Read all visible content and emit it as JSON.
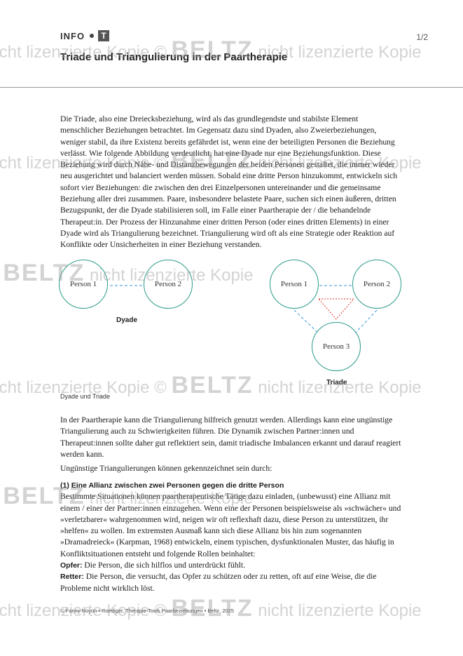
{
  "header": {
    "section": "INFO",
    "badge": "T",
    "page": "1/2",
    "title": "Triade und Triangulierung in der Paartherapie"
  },
  "body": {
    "intro": "Die Triade, also eine Dreiecksbeziehung, wird als das grundlegendste und stabilste Element menschlicher Beziehungen betrachtet. Im Gegensatz dazu sind Dyaden, also Zweierbeziehungen, weniger stabil, da ihre Existenz bereits gefährdet ist, wenn eine der beteiligten Personen die Beziehung verlässt. Wie folgende Abbildung verdeutlicht, hat eine Dyade nur eine Beziehungsfunktion. Diese Beziehung wird durch Nähe- und Distanzbewegungen der beiden Personen gestaltet, die immer wieder neu ausgerichtet und balanciert werden müssen. Sobald eine dritte Person hinzukommt, entwickeln sich sofort vier Beziehungen: die zwischen den drei Einzelpersonen untereinander und die gemeinsame Beziehung aller drei zusammen. Paare, insbesondere belastete Paare, suchen sich einen äußeren, dritten Bezugspunkt, der die Dyade stabilisieren soll, im Falle einer Paartherapie der / die behandelnde Therapeut:in. Der Prozess der Hinzunahme einer dritten Person (oder eines dritten Elements) in einer Dyade wird als Triangulierung bezeichnet. Triangulierung wird oft als eine Strategie oder Reaktion auf Konflikte oder Unsicherheiten in einer Beziehung verstanden.",
    "p2": "In der Paartherapie kann die Triangulierung hilfreich genutzt werden. Allerdings kann eine ungünstige Triangulierung auch zu Schwierigkeiten führen. Die Dynamik zwischen Partner:innen und Therapeut:innen sollte daher gut reflektiert sein, damit triadische Imbalancen erkannt und darauf reagiert werden kann.",
    "p3": "Ungünstige Triangulierungen können gekennzeichnet sein durch:",
    "sub_heading": "(1) Eine Allianz zwischen zwei Personen gegen die dritte Person",
    "p4": "Bestimmte Situationen können paartherapeutische Tätige dazu einladen, (unbewusst) eine Allianz mit einem / einer der Partner:innen einzugehen. Wenn eine der Personen beispielsweise als »schwächer« und »verletzbarer« wahrgenommen wird, neigen wir oft reflexhaft dazu, diese Person zu unterstützen, ihr »helfen« zu wollen. Im extremsten Ausmaß kann sich diese Allianz bis hin zum sogenannten »Dramadreieck« (Karpman, 1968) entwickeln, einem typischen, dysfunktionalen Muster, das häufig in Konfliktsituationen entsteht und folgende Rollen beinhaltet:",
    "opfer_term": "Opfer:",
    "opfer_text": " Die Person, die sich hilflos und unterdrückt fühlt.",
    "retter_term": "Retter:",
    "retter_text": " Die Person, die versucht, das Opfer zu schützen oder zu retten, oft auf eine Weise, die die Probleme nicht wirklich löst."
  },
  "figure": {
    "dyade": {
      "person1": "Person 1",
      "person2": "Person 2",
      "label": "Dyade"
    },
    "triade": {
      "person1": "Person 1",
      "person2": "Person 2",
      "person3": "Person 3",
      "label": "Triade"
    },
    "caption": "Dyade und Triade",
    "colors": {
      "circle": "#2a9a8a",
      "dashed": "#3a9ad8",
      "triangle": "#d9302c"
    }
  },
  "footer": "© Fanny Noyon • Roediger, Therapie-Tools Paarbeziehungen • Beltz, 2025",
  "watermark": {
    "prefix": "©",
    "brand": "BELTZ",
    "text": "nicht lizenzierte Kopie"
  }
}
